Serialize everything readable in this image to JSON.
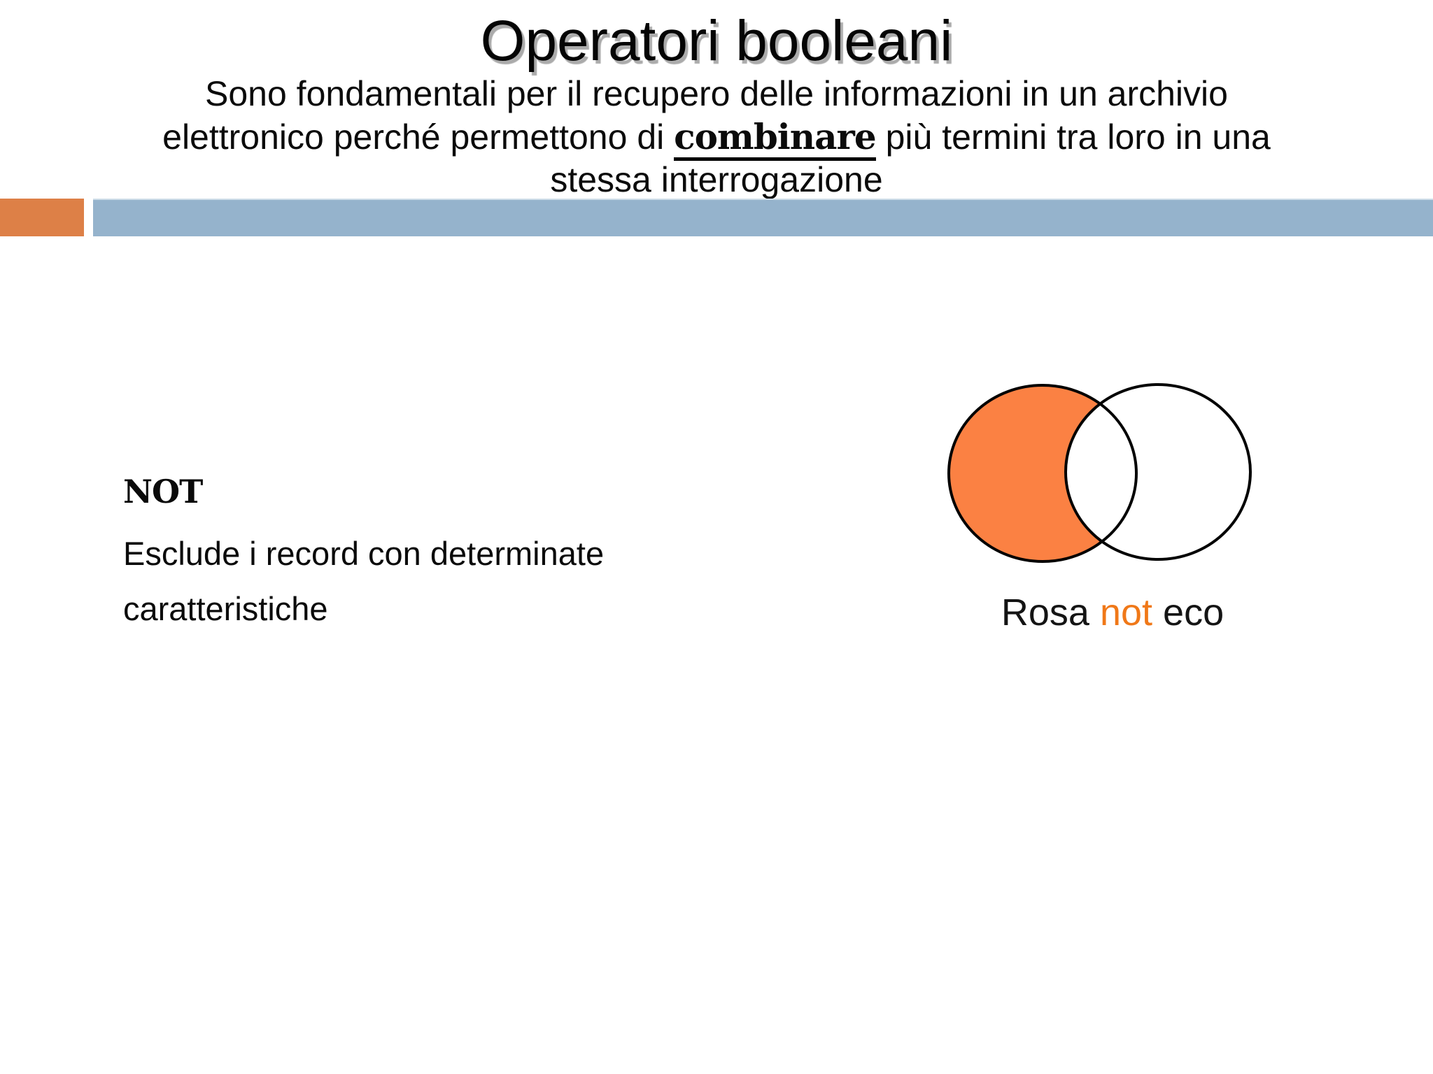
{
  "header": {
    "title": "Operatori booleani",
    "subtitle_line1": "Sono fondamentali per il recupero delle informazioni in un archivio",
    "subtitle_line2_pre": "elettronico perché permettono di ",
    "subtitle_line2_emphasis": "combinare",
    "subtitle_line2_post": " più termini tra loro in una",
    "subtitle_line3": "stessa interrogazione"
  },
  "divider": {
    "orange_block_color": "#dd8047",
    "blue_bar_color": "#95b3cc"
  },
  "content": {
    "operator_heading": "NOT",
    "description_line1": "Esclude i record con determinate",
    "description_line2": "caratteristiche"
  },
  "venn": {
    "left_circle_fill": "#fb8143",
    "right_circle_fill": "#ffffff",
    "outline_color": "#000000",
    "caption_pre": "Rosa ",
    "caption_operator": "not",
    "caption_post": " eco",
    "caption_operator_color": "#f07818"
  }
}
